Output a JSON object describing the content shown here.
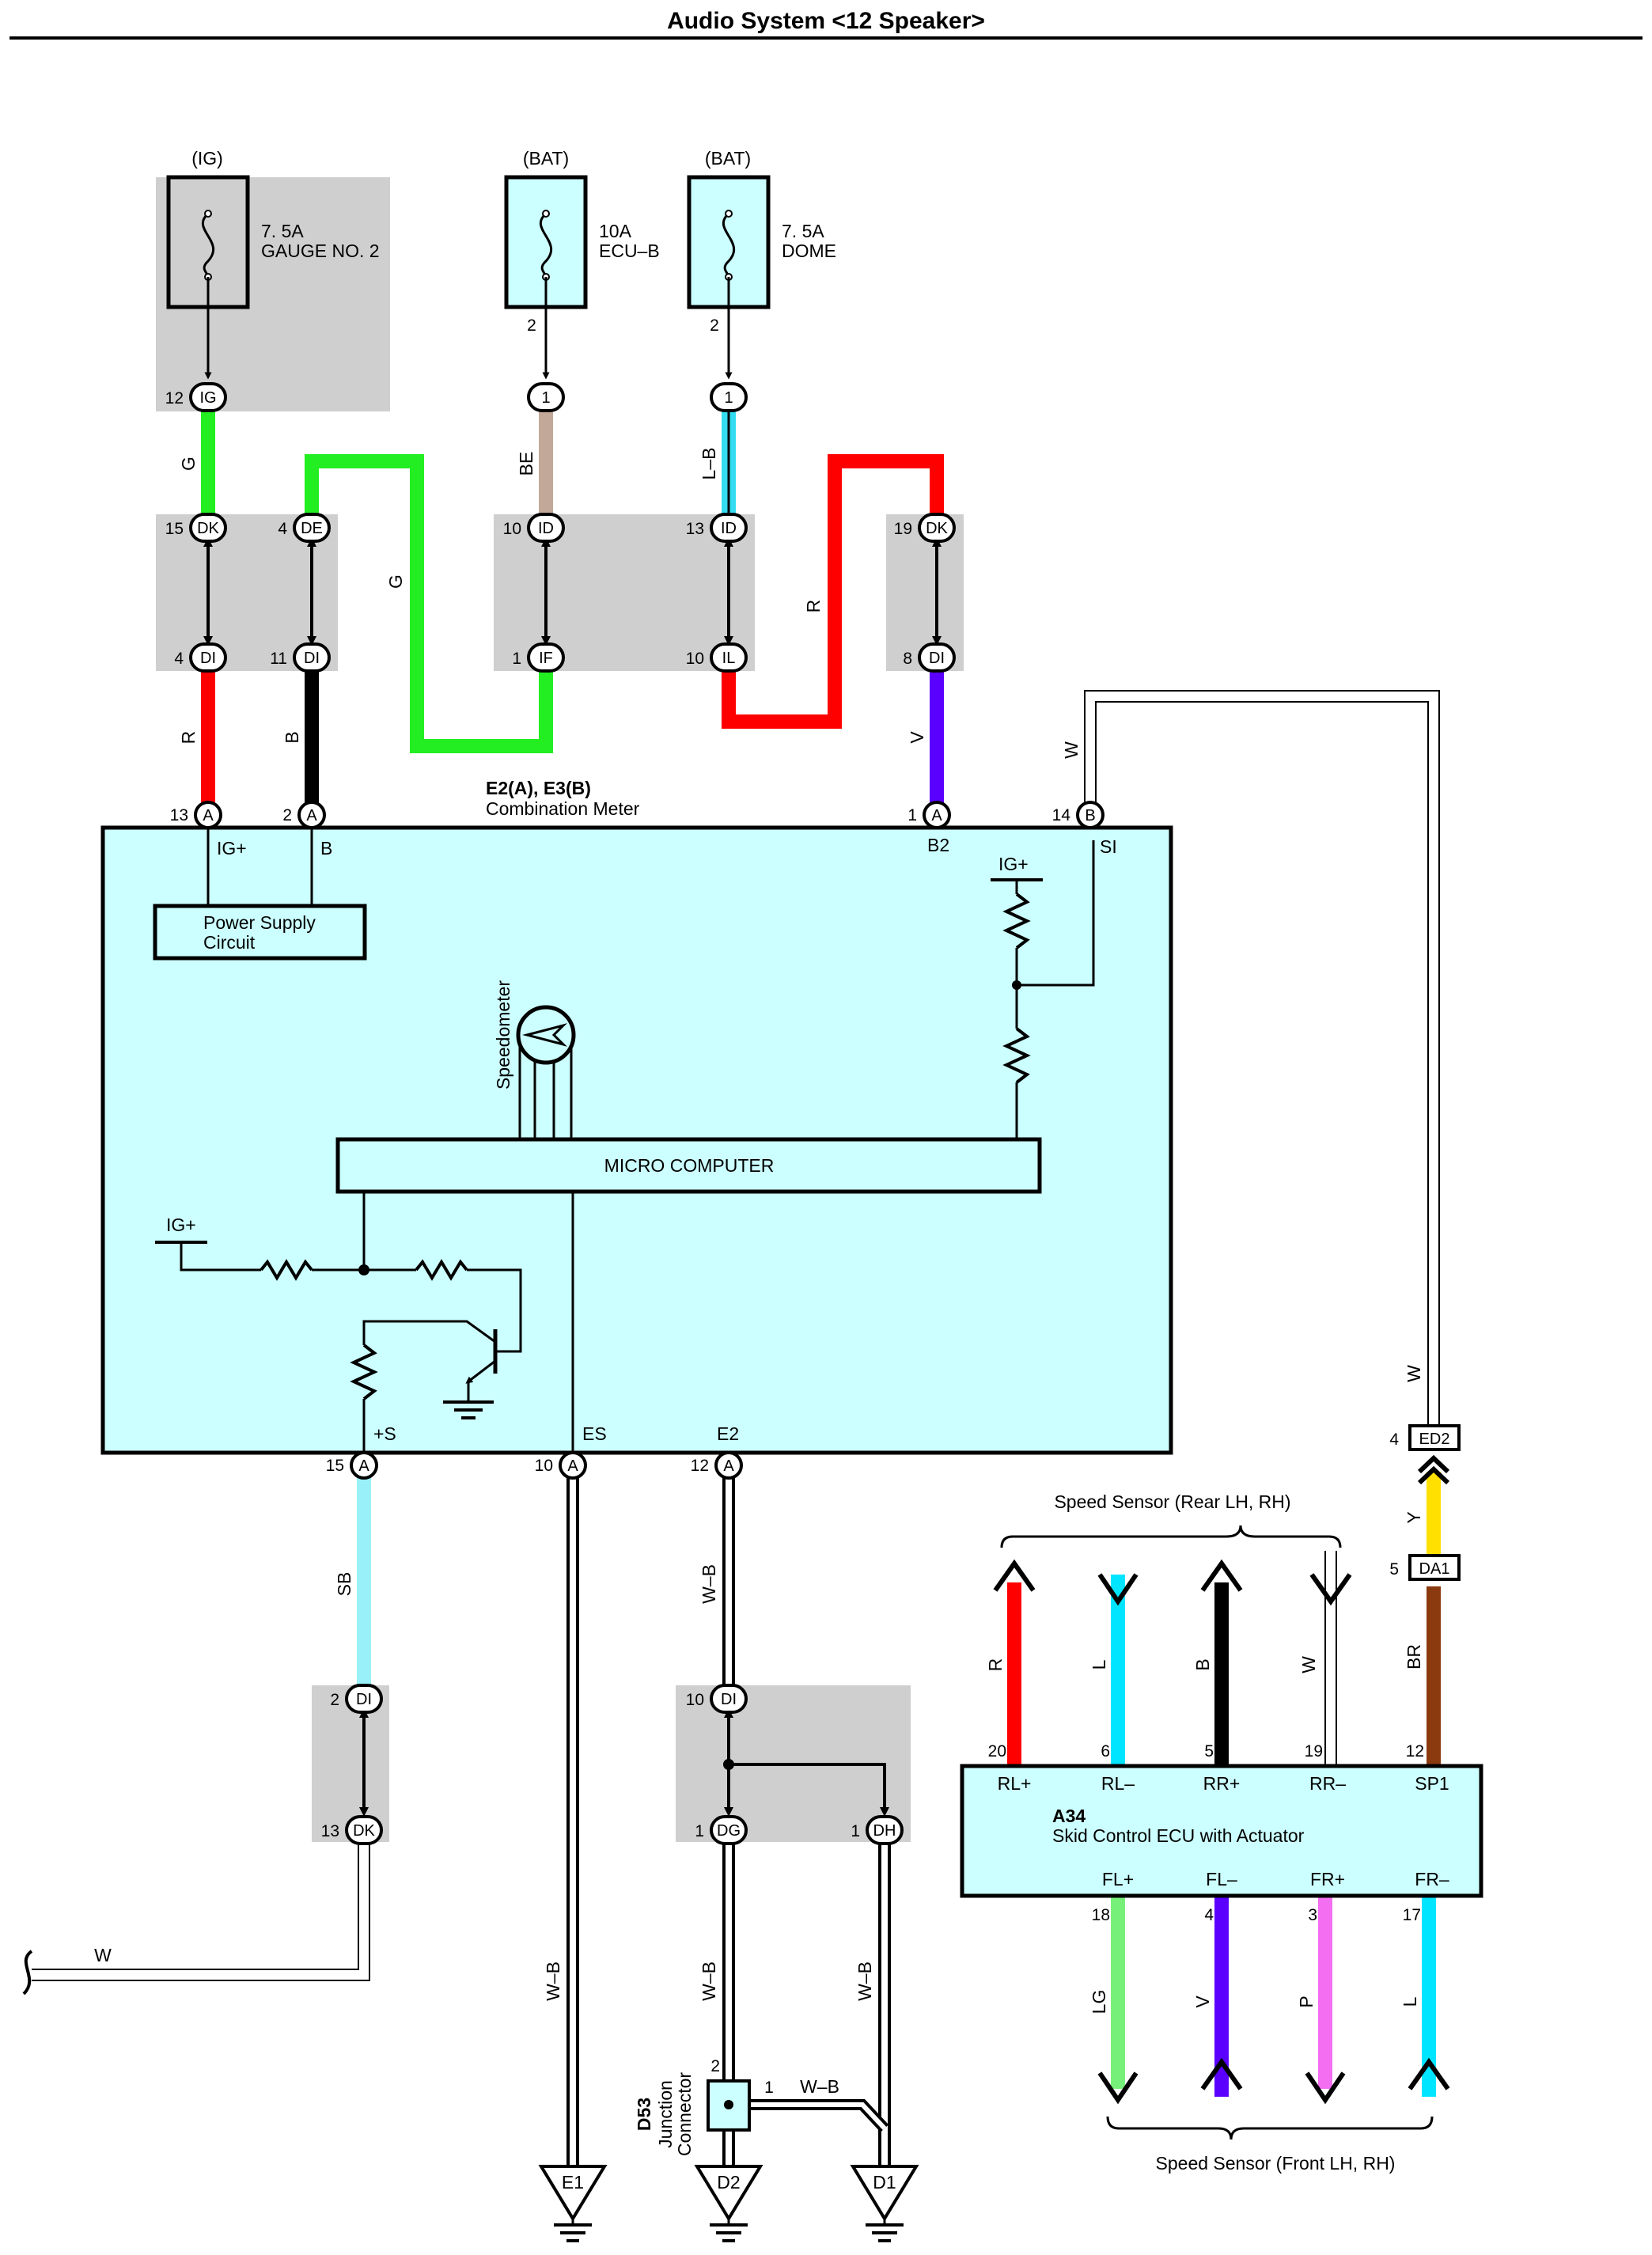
{
  "title": "Audio System <12 Speaker>",
  "fuses": [
    {
      "source": "(IG)",
      "rating": "7. 5A",
      "name": "GAUGE NO. 2"
    },
    {
      "source": "(BAT)",
      "rating": "10A",
      "name": "ECU–B",
      "pin": "2"
    },
    {
      "source": "(BAT)",
      "rating": "7. 5A",
      "name": "DOME",
      "pin": "2"
    }
  ],
  "connectors": {
    "ig12": {
      "code": "IG",
      "pin": "12"
    },
    "bat1": {
      "code": "1"
    },
    "dome1": {
      "code": "1"
    },
    "dk15": {
      "code": "DK",
      "pin": "15"
    },
    "de4": {
      "code": "DE",
      "pin": "4"
    },
    "id10": {
      "code": "ID",
      "pin": "10"
    },
    "id13": {
      "code": "ID",
      "pin": "13"
    },
    "dk19": {
      "code": "DK",
      "pin": "19"
    },
    "di4": {
      "code": "DI",
      "pin": "4"
    },
    "di11": {
      "code": "DI",
      "pin": "11"
    },
    "if1": {
      "code": "IF",
      "pin": "1"
    },
    "il10": {
      "code": "IL",
      "pin": "10"
    },
    "di8": {
      "code": "DI",
      "pin": "8"
    },
    "di2": {
      "code": "DI",
      "pin": "2"
    },
    "dk13": {
      "code": "DK",
      "pin": "13"
    },
    "di10": {
      "code": "DI",
      "pin": "10"
    },
    "dg1": {
      "code": "DG",
      "pin": "1"
    },
    "dh1": {
      "code": "DH",
      "pin": "1"
    },
    "ed2": {
      "code": "ED2",
      "pin": "4"
    },
    "da1": {
      "code": "DA1",
      "pin": "5"
    }
  },
  "wires": {
    "g1": "G",
    "g2": "G",
    "be": "BE",
    "lb": "L–B",
    "r_top": "R",
    "r_meter": "R",
    "b_meter": "B",
    "v_meter": "V",
    "w_si": "W",
    "w_ed2": "W",
    "y": "Y",
    "br": "BR",
    "sb": "SB",
    "wb1": "W–B",
    "wb2": "W–B",
    "wb3": "W–B",
    "wb4": "W–B",
    "wb5": "W–B",
    "w_left": "W"
  },
  "meter": {
    "code": "E2(A), E3(B)",
    "name": "Combination Meter",
    "pins_top": [
      {
        "num": "13",
        "conn": "A",
        "label": "IG+"
      },
      {
        "num": "2",
        "conn": "A",
        "label": "B"
      },
      {
        "num": "1",
        "conn": "A",
        "label": "B2"
      },
      {
        "num": "14",
        "conn": "B",
        "label": "SI"
      }
    ],
    "pins_bottom": [
      {
        "num": "15",
        "conn": "A",
        "label": "+S"
      },
      {
        "num": "10",
        "conn": "A",
        "label": "ES"
      },
      {
        "num": "12",
        "conn": "A",
        "label": "E2"
      }
    ],
    "power_supply_1": "Power Supply",
    "power_supply_2": "Circuit",
    "micro": "MICRO COMPUTER",
    "speedometer": "Speedometer",
    "igplus_right": "IG+",
    "igplus_left": "IG+"
  },
  "ecu": {
    "code": "A34",
    "name": "Skid Control ECU with Actuator",
    "top_pins": [
      {
        "num": "20",
        "label": "RL+",
        "wire": "R",
        "color": "#ff0000"
      },
      {
        "num": "6",
        "label": "RL–",
        "wire": "L",
        "color": "#00e5ff"
      },
      {
        "num": "5",
        "label": "RR+",
        "wire": "B",
        "color": "#000000"
      },
      {
        "num": "19",
        "label": "RR–",
        "wire": "W",
        "color": "#ffffff"
      },
      {
        "num": "12",
        "label": "SP1",
        "wire": "BR",
        "color": "#8b3a10"
      }
    ],
    "bottom_pins": [
      {
        "num": "18",
        "label": "FL+",
        "wire": "LG",
        "color": "#77f07a"
      },
      {
        "num": "4",
        "label": "FL–",
        "wire": "V",
        "color": "#5a00ff"
      },
      {
        "num": "3",
        "label": "FR+",
        "wire": "P",
        "color": "#f36ef0"
      },
      {
        "num": "17",
        "label": "FR–",
        "wire": "L",
        "color": "#00e5ff"
      }
    ]
  },
  "sensors": {
    "rear": "Speed Sensor (Rear LH,  RH)",
    "front": "Speed Sensor (Front LH,  RH)"
  },
  "junction": {
    "code": "D53",
    "name1": "Junction",
    "name2": "Connector",
    "pin2": "2",
    "pin1": "1"
  },
  "grounds": [
    "E1",
    "D2",
    "D1"
  ],
  "colors": {
    "green": "#22ee22",
    "beige": "#c2a898",
    "light_blue": "#33dcf0",
    "red": "#ff0000",
    "black": "#000000",
    "violet": "#5a00ff",
    "sky_blue": "#99f0f8",
    "yellow": "#ffe000",
    "brown": "#8b3a10",
    "component_fill": "#ccffff",
    "splice_gray": "#cfcfcf"
  }
}
